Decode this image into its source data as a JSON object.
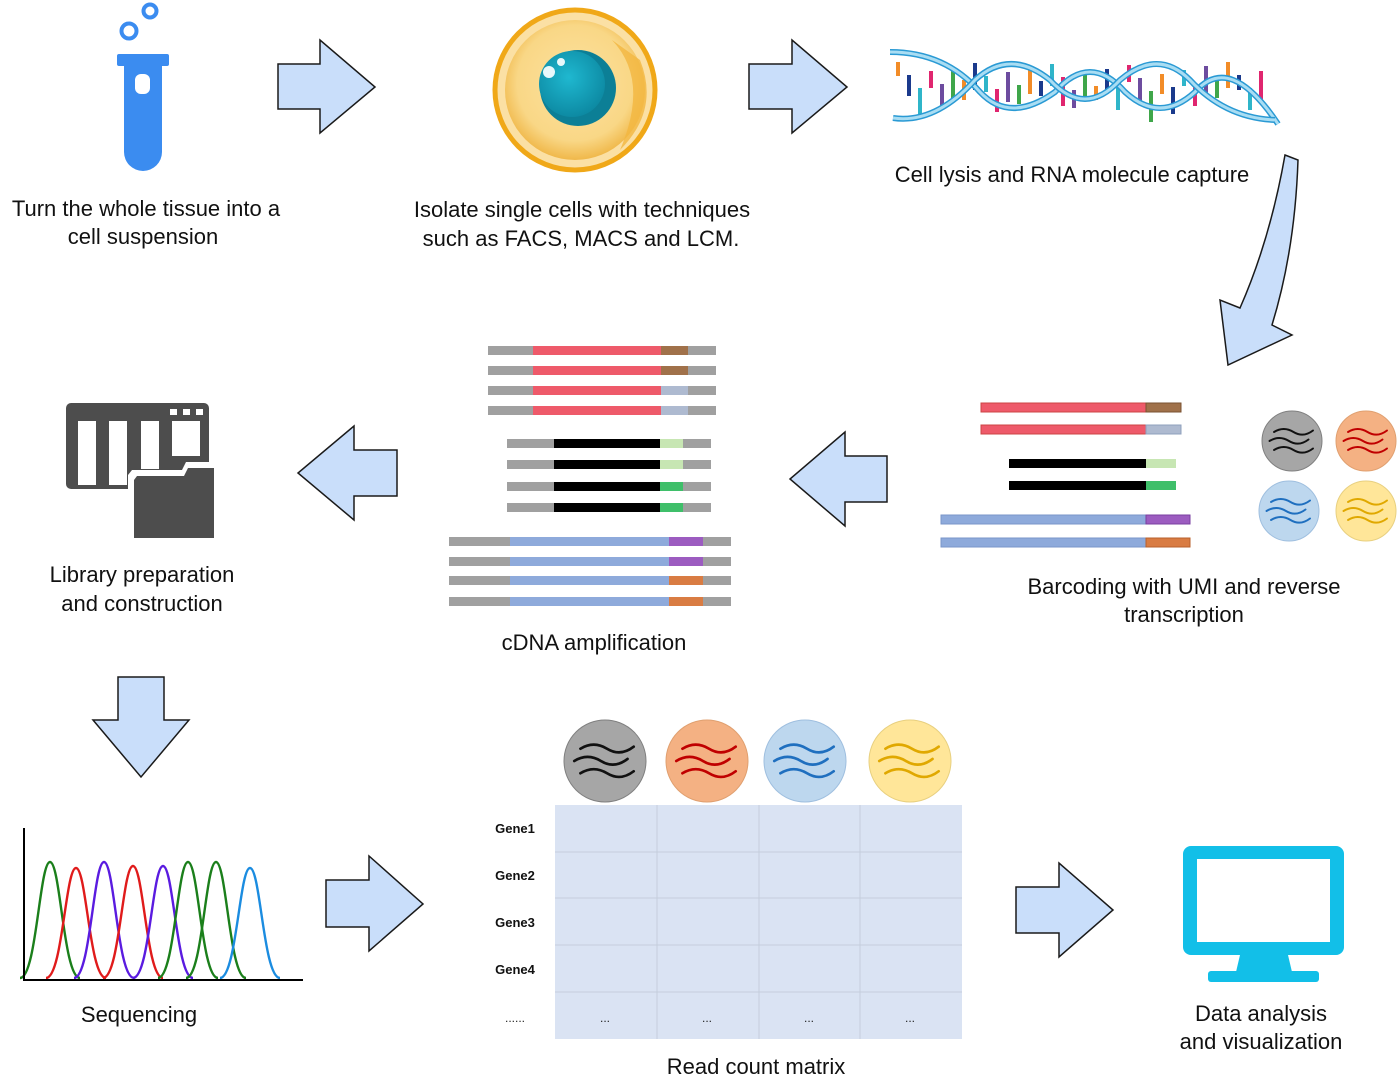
{
  "steps": {
    "suspension": "Turn the whole tissue into a cell suspension",
    "suspension_l1": "Turn the whole tissue into a",
    "suspension_l2": "cell suspension",
    "isolate_l1": "Isolate single cells with techniques",
    "isolate_l2": "such as FACS, MACS and LCM.",
    "lysis": "Cell lysis and RNA molecule capture",
    "barcoding_l1": "Barcoding with UMI and reverse",
    "barcoding_l2": "transcription",
    "cdna": "cDNA amplification",
    "library_l1": "Library preparation",
    "library_l2": "and construction",
    "sequencing": "Sequencing",
    "matrix": "Read count matrix",
    "analysis_l1": "Data analysis",
    "analysis_l2": "and visualization"
  },
  "matrix": {
    "rows": [
      "Gene1",
      "Gene2",
      "Gene3",
      "Gene4",
      "......"
    ],
    "ellipsis": "..."
  },
  "icons": {
    "tube": "test-tube-icon",
    "cell": "cell-icon",
    "dna": "dna-helix-icon",
    "library": "library-folder-icon",
    "chromatogram": "sequencing-chromatogram-icon",
    "monitor": "monitor-icon"
  },
  "colors": {
    "arrow_fill": "#c9defa",
    "arrow_stroke": "#1a1a1a",
    "tube": "#3b8cf0",
    "cell_outer": "#f6d27e",
    "cell_nucleus": "#1aa6bf",
    "library_icon": "#4d4d4d",
    "monitor": "#12bfe8",
    "matrix_fill": "#dae3f3",
    "red_strand": "#ee5a6a",
    "black_strand": "#000000",
    "blue_strand": "#8eaadb",
    "cell_grey": "#a6a6a6",
    "cell_orange": "#f4b183",
    "cell_blue": "#bdd7ee",
    "cell_yellow": "#ffe699"
  }
}
